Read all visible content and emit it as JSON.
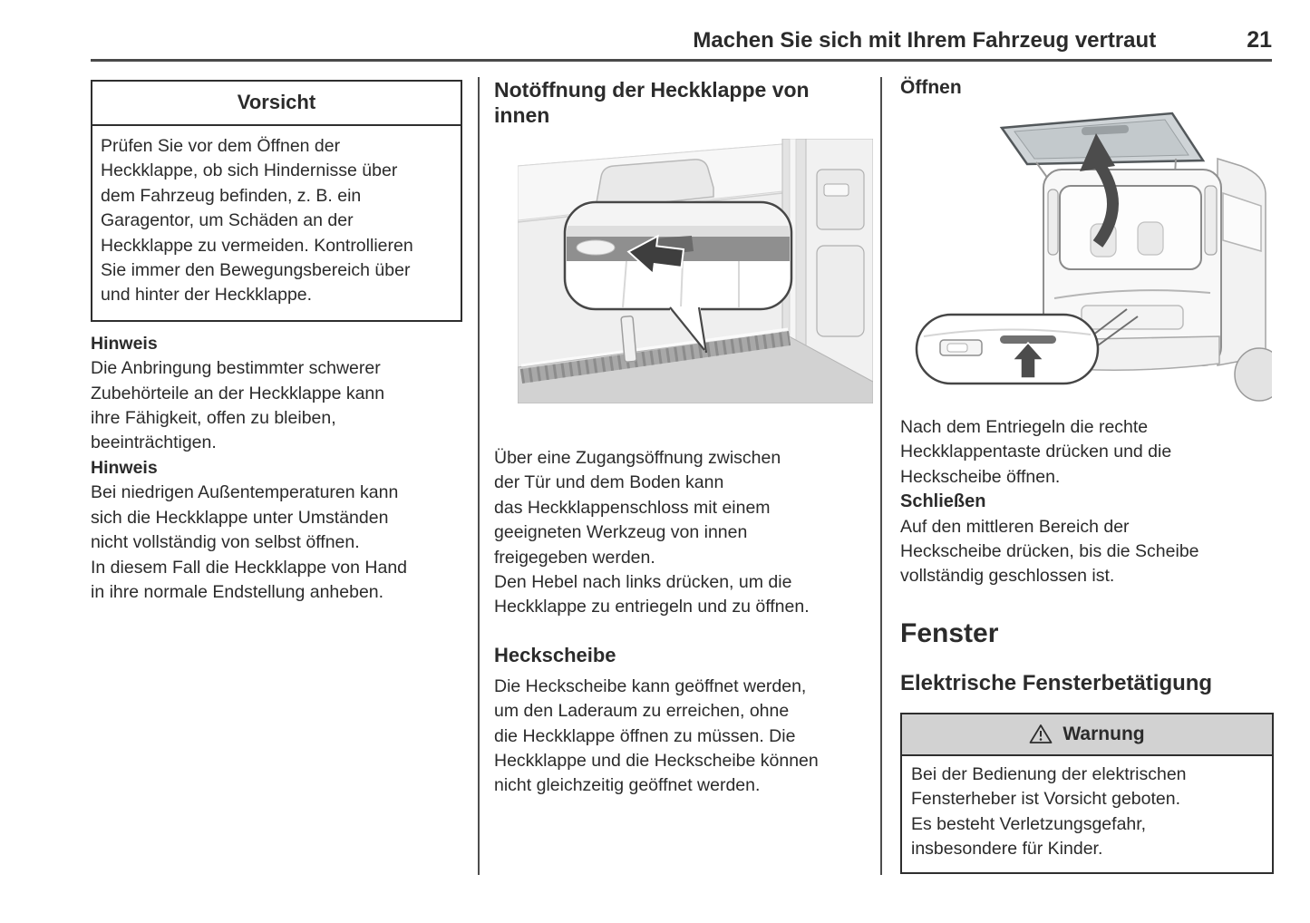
{
  "header": {
    "title": "Machen Sie sich mit Ihrem Fahrzeug vertraut",
    "page_number": "21"
  },
  "colors": {
    "text": "#2b2b2b",
    "box_border": "#2e2e2e",
    "warning_header_bg": "#d2d2d2",
    "column_divider": "#4d4d4d"
  },
  "left_column": {
    "caution_box": {
      "title": "Vorsicht",
      "body": "Prüfen Sie vor dem Öffnen der\nHeckklappe, ob sich Hindernisse über\ndem Fahrzeug befinden, z. B. ein\nGaragentor, um Schäden an der\nHeckklappe zu vermeiden. Kontrollieren\nSie immer den Bewegungsbereich über\nund hinter der Heckklappe."
    },
    "note1": {
      "label": "Hinweis",
      "body": "Die Anbringung bestimmter schwerer\nZubehörteile an der Heckklappe kann\nihre Fähigkeit, offen zu bleiben,\nbeeinträchtigen."
    },
    "note2": {
      "label": "Hinweis",
      "body": "Bei niedrigen Außentemperaturen kann\nsich die Heckklappe unter Umständen\nnicht vollständig von selbst öffnen.\nIn diesem Fall die Heckklappe von Hand\nin ihre normale Endstellung anheben."
    }
  },
  "middle_column": {
    "heading": "Notöffnung der Heckklappe von\ninnen",
    "figure_name": "tailgate-inner-emergency-release-figure",
    "para1": "Über eine Zugangsöffnung zwischen\nder Tür und dem Boden kann\ndas Heckklappenschloss mit einem\ngeeigneten Werkzeug von innen\nfreigegeben werden.",
    "para2": "Den Hebel nach links drücken, um die\nHeckklappe zu entriegeln und zu öffnen.",
    "subheading": "Heckscheibe",
    "para3": "Die Heckscheibe kann geöffnet werden,\num den Laderaum zu erreichen, ohne\ndie Heckklappe öffnen zu müssen. Die\nHeckklappe und die Heckscheibe können\nnicht gleichzeitig geöffnet werden."
  },
  "right_column": {
    "open_heading": "Öffnen",
    "figure_name": "rear-window-opening-figure",
    "open_para": "Nach dem Entriegeln die rechte\nHeckklappentaste drücken und die\nHeckscheibe öffnen.",
    "close_heading": "Schließen",
    "close_para": "Auf den mittleren Bereich der\nHeckscheibe drücken, bis die Scheibe\nvollständig geschlossen ist.",
    "section_heading": "Fenster",
    "subsection_heading": "Elektrische Fensterbetätigung",
    "warning_box": {
      "icon": "warning-triangle-icon",
      "title": "Warnung",
      "body": "Bei der Bedienung der elektrischen\nFensterheber ist Vorsicht geboten.\nEs besteht Verletzungsgefahr,\ninsbesondere für Kinder."
    }
  }
}
